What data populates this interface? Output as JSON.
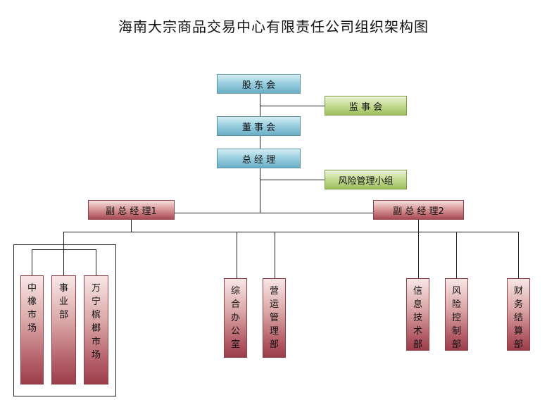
{
  "title": "海南大宗商品交易中心有限责任公司组织架构图",
  "top": {
    "shareholders": "股 东 会",
    "supervisors": "监 事 会",
    "board": "董 事 会",
    "general_manager": "总 经 理",
    "risk_group": "风险管理小组"
  },
  "deputies": {
    "deputy1": "副 总 经 理1",
    "deputy2": "副 总 经 理2"
  },
  "departments": {
    "d1": "中橡市场",
    "d2": "事业部",
    "d3": "万宁槟榔市场",
    "d4": "综合办公室",
    "d5": "营运管理部",
    "d6": "信息技术部",
    "d7": "风险控制部",
    "d8": "财务结算部"
  },
  "colors": {
    "blue_box": "#9bd0e0",
    "green_box": "#c7dd98",
    "red_box": "#d99a9a"
  }
}
